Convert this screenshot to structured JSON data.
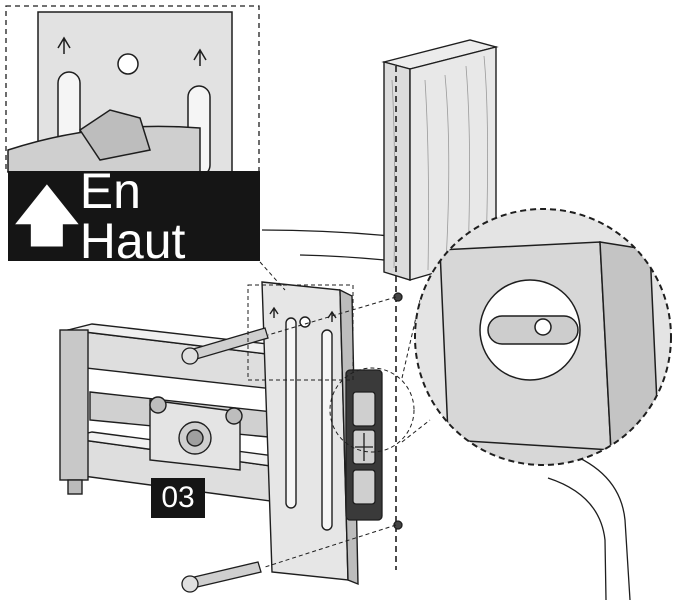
{
  "callout": {
    "arrow_glyph": "🡅",
    "text": "En Haut"
  },
  "step": {
    "number": "03"
  },
  "colors": {
    "line": "#1e1e1e",
    "metal": "#d9d9d9",
    "metal_dark": "#a9a9a9",
    "wood": "#e6e6e6",
    "label_bg": "#151515",
    "label_fg": "#ffffff"
  },
  "icons": [
    "up-arrow-icon",
    "screw-icon",
    "spirit-level-icon",
    "magnifier-callout"
  ]
}
